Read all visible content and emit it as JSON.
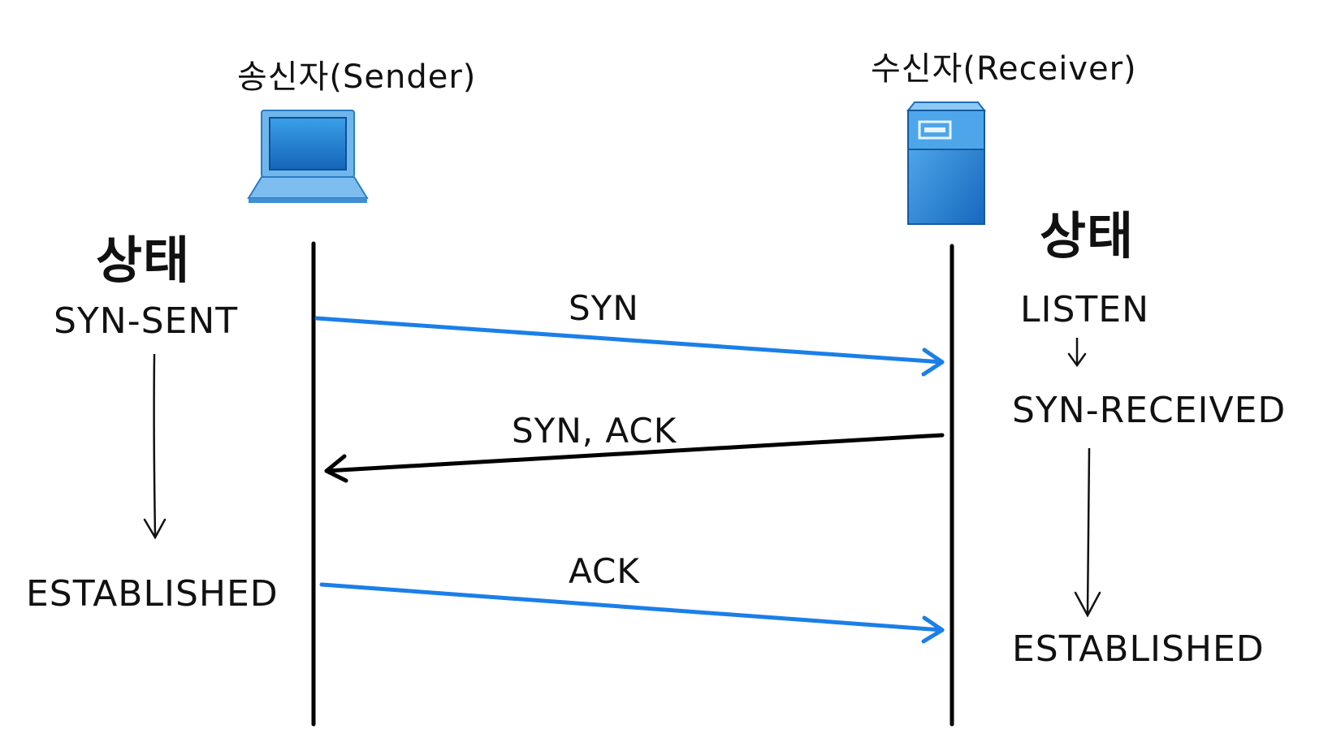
{
  "sender": {
    "title": "송신자(Sender)",
    "state_heading": "상태",
    "states": [
      "SYN-SENT",
      "ESTABLISHED"
    ]
  },
  "receiver": {
    "title": "수신자(Receiver)",
    "state_heading": "상태",
    "states": [
      "LISTEN",
      "SYN-RECEIVED",
      "ESTABLISHED"
    ]
  },
  "messages": [
    {
      "label": "SYN",
      "direction": "sender-to-receiver",
      "color": "#1a7fe8"
    },
    {
      "label": "SYN, ACK",
      "direction": "receiver-to-sender",
      "color": "#000000"
    },
    {
      "label": "ACK",
      "direction": "sender-to-receiver",
      "color": "#1a7fe8"
    }
  ],
  "icons": {
    "sender": "laptop-icon",
    "receiver": "server-icon"
  },
  "colors": {
    "laptop": "#2a8bd6",
    "server": "#1f7fd0",
    "lifeline": "#000000"
  }
}
